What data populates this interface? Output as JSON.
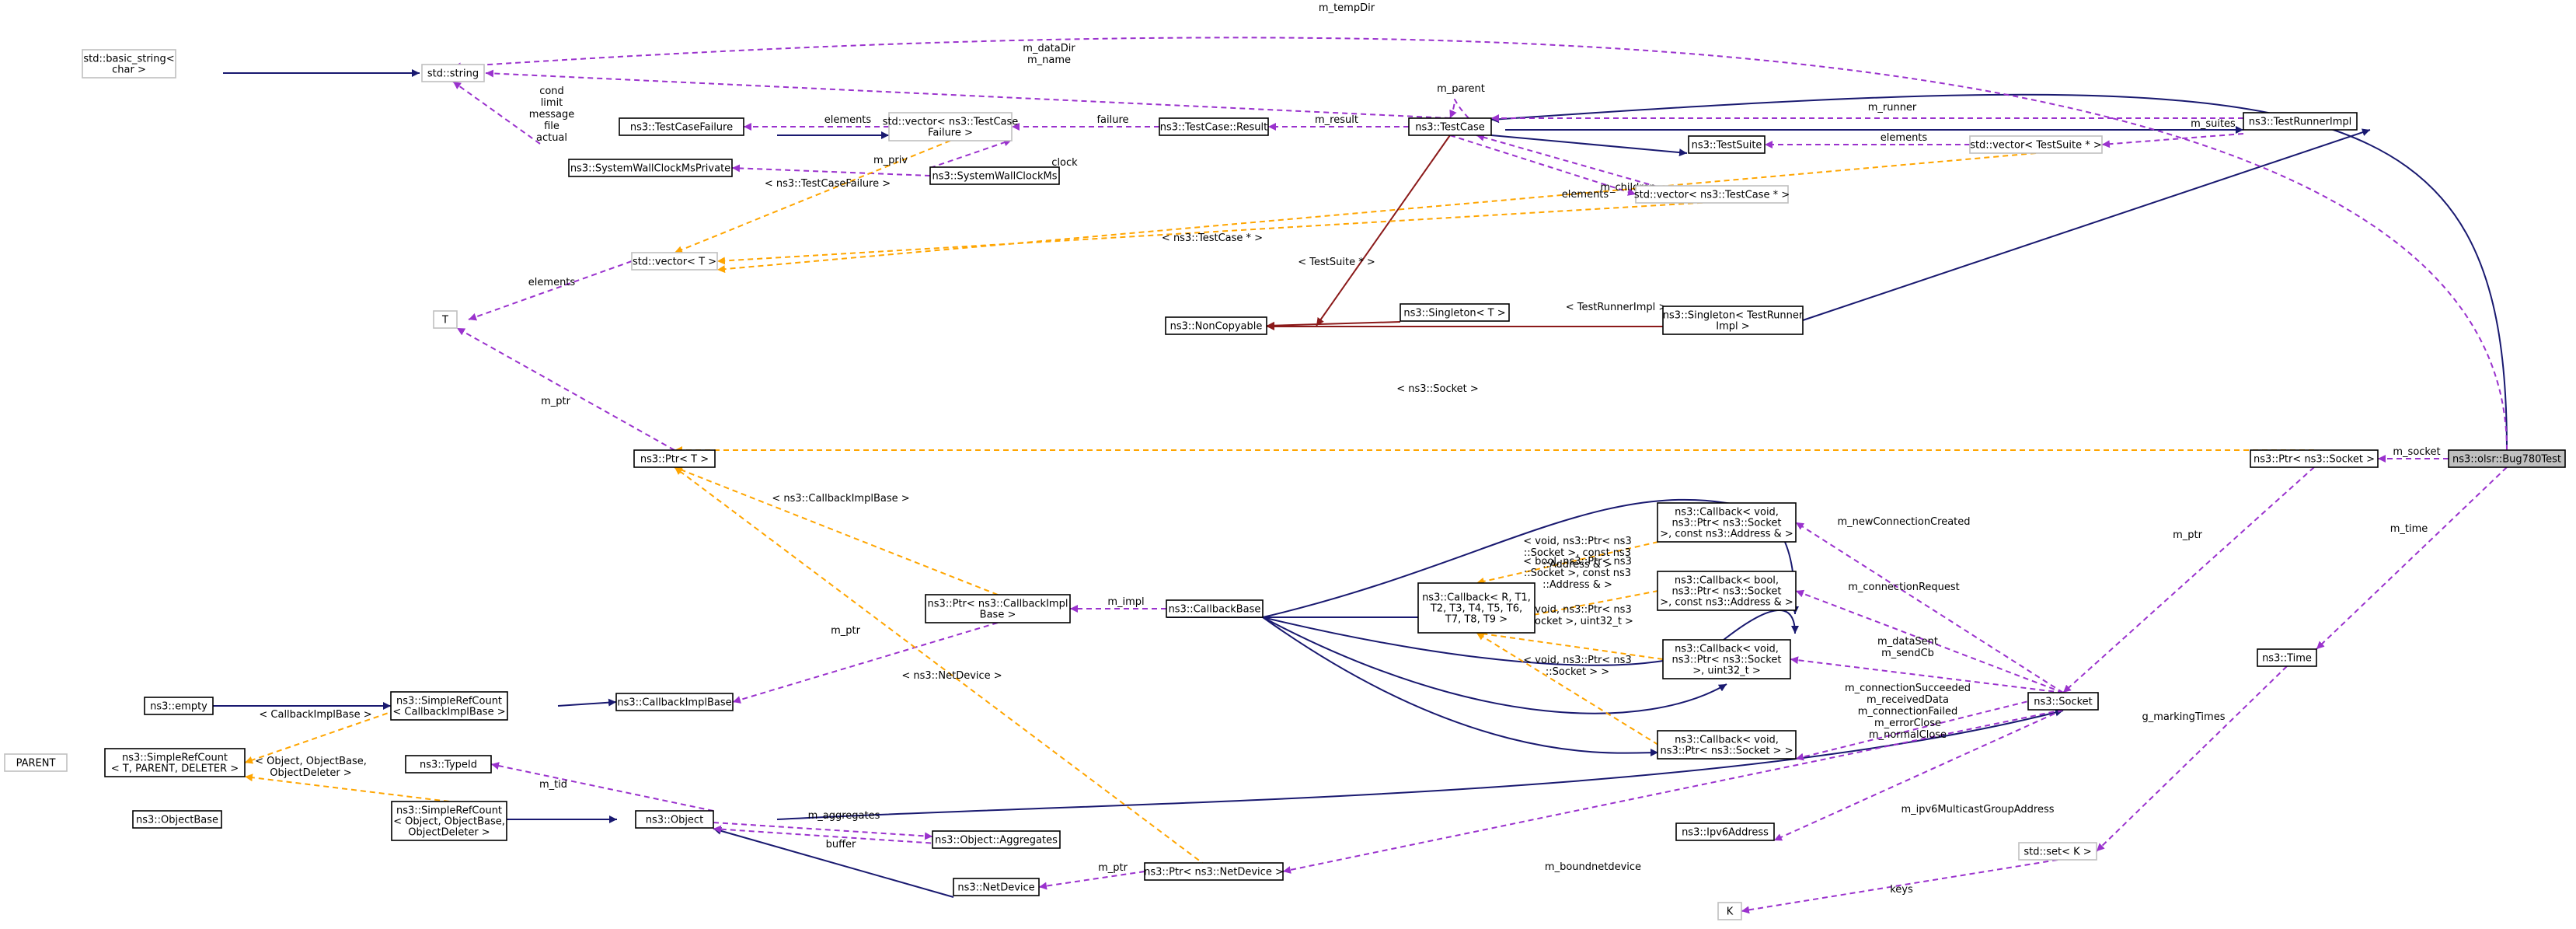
{
  "nodes": {
    "basic_string": [
      "std::basic_string<",
      "char >"
    ],
    "std_string": [
      "std::string"
    ],
    "test_case_failure": [
      "ns3::TestCaseFailure"
    ],
    "vector_tcf": [
      "std::vector< ns3::TestCase",
      "Failure >"
    ],
    "test_case_result": [
      "ns3::TestCase::Result"
    ],
    "test_case": [
      "ns3::TestCase"
    ],
    "test_suite": [
      "ns3::TestSuite"
    ],
    "vector_ts": [
      "std::vector< TestSuite * >"
    ],
    "test_runner_impl": [
      "ns3::TestRunnerImpl"
    ],
    "wall_clock_priv": [
      "ns3::SystemWallClockMsPrivate"
    ],
    "wall_clock": [
      "ns3::SystemWallClockMs"
    ],
    "vector_tc": [
      "std::vector< ns3::TestCase * >"
    ],
    "vector_t": [
      "std::vector< T >"
    ],
    "t_node": [
      "T"
    ],
    "non_copyable": [
      "ns3::NonCopyable"
    ],
    "singleton_t": [
      "ns3::Singleton< T >"
    ],
    "singleton_tri": [
      "ns3::Singleton< TestRunner",
      "Impl >"
    ],
    "ptr_t": [
      "ns3::Ptr< T >"
    ],
    "ptr_socket": [
      "ns3::Ptr< ns3::Socket >"
    ],
    "bug780": [
      "ns3::olsr::Bug780Test"
    ],
    "cb_void_addr": [
      "ns3::Callback< void,",
      "ns3::Ptr< ns3::Socket",
      ">, const ns3::Address & >"
    ],
    "cb_generic": [
      "ns3::Callback< R, T1,",
      "T2, T3, T4, T5, T6,",
      "T7, T8, T9 >"
    ],
    "cb_bool": [
      "ns3::Callback< bool,",
      "ns3::Ptr< ns3::Socket",
      ">, const ns3::Address & >"
    ],
    "cb_uint": [
      "ns3::Callback< void,",
      "ns3::Ptr< ns3::Socket",
      ">, uint32_t >"
    ],
    "cb_void_sock": [
      "ns3::Callback< void,",
      "ns3::Ptr< ns3::Socket > >"
    ],
    "callback_base": [
      "ns3::CallbackBase"
    ],
    "ptr_cbimpl": [
      "ns3::Ptr< ns3::CallbackImpl",
      "Base >"
    ],
    "cbimpl_base": [
      "ns3::CallbackImplBase"
    ],
    "time": [
      "ns3::Time"
    ],
    "socket": [
      "ns3::Socket"
    ],
    "empty": [
      "ns3::empty"
    ],
    "src_cbimpl": [
      "ns3::SimpleRefCount",
      "< CallbackImplBase >"
    ],
    "parent": [
      "PARENT"
    ],
    "src_generic": [
      "ns3::SimpleRefCount",
      "< T, PARENT, DELETER >"
    ],
    "type_id": [
      "ns3::TypeId"
    ],
    "object_base": [
      "ns3::ObjectBase"
    ],
    "src_object": [
      "ns3::SimpleRefCount",
      "< Object, ObjectBase,",
      "ObjectDeleter >"
    ],
    "object": [
      "ns3::Object"
    ],
    "aggregates": [
      "ns3::Object::Aggregates"
    ],
    "net_device": [
      "ns3::NetDevice"
    ],
    "ptr_netdev": [
      "ns3::Ptr< ns3::NetDevice >"
    ],
    "ipv6_addr": [
      "ns3::Ipv6Address"
    ],
    "set_k": [
      "std::set< K >"
    ],
    "k_node": [
      "K"
    ]
  },
  "edge_labels": {
    "m_tempDir": [
      "m_tempDir"
    ],
    "m_dataDir": [
      "m_dataDir",
      "m_name"
    ],
    "m_parent": [
      "m_parent"
    ],
    "tcf_fields": [
      "cond",
      "limit",
      "message",
      "file",
      "actual"
    ],
    "elements_tcf": [
      "elements"
    ],
    "failure": [
      "failure"
    ],
    "m_result": [
      "m_result"
    ],
    "m_runner": [
      "m_runner"
    ],
    "m_suites": [
      "m_suites"
    ],
    "elements_ts": [
      "elements"
    ],
    "m_priv": [
      "m_priv"
    ],
    "clock": [
      "clock"
    ],
    "tpl_tcf": [
      "< ns3::TestCaseFailure >"
    ],
    "elements_tc": [
      "elements"
    ],
    "m_children": [
      "m_children"
    ],
    "tpl_tc": [
      "< ns3::TestCase * >"
    ],
    "tpl_ts": [
      "< TestSuite * >"
    ],
    "elements_t": [
      "elements"
    ],
    "tpl_tri": [
      "< TestRunnerImpl >"
    ],
    "m_ptr_t": [
      "m_ptr"
    ],
    "tpl_socket": [
      "< ns3::Socket >"
    ],
    "m_socket": [
      "m_socket"
    ],
    "m_time": [
      "m_time"
    ],
    "m_ptr_sock": [
      "m_ptr"
    ],
    "m_newConnectionCreated": [
      "m_newConnectionCreated"
    ],
    "tpl_void_addr": [
      "< void, ns3::Ptr< ns3",
      "::Socket >, const ns3",
      "::Address & >"
    ],
    "tpl_bool": [
      "< bool, ns3::Ptr< ns3",
      "::Socket >, const ns3",
      "::Address & >"
    ],
    "tpl_uint": [
      "< void, ns3::Ptr< ns3",
      "::Socket >, uint32_t >"
    ],
    "tpl_void_sock": [
      "< void, ns3::Ptr< ns3",
      "::Socket > >"
    ],
    "m_connectionRequest": [
      "m_connectionRequest"
    ],
    "m_dataSent": [
      "m_dataSent",
      "m_sendCb"
    ],
    "m_conn_group": [
      "m_connectionSucceeded",
      "m_receivedData",
      "m_connectionFailed",
      "m_errorClose",
      "m_normalClose"
    ],
    "tpl_cbimpl": [
      "< ns3::CallbackImplBase >"
    ],
    "m_impl": [
      "m_impl"
    ],
    "m_ptr_cbimpl": [
      "m_ptr"
    ],
    "tpl_netdev": [
      "< ns3::NetDevice >"
    ],
    "g_markingTimes": [
      "g_markingTimes"
    ],
    "tpl_src_cbimpl": [
      "< CallbackImplBase >"
    ],
    "tpl_src_obj": [
      "< Object, ObjectBase,",
      "ObjectDeleter >"
    ],
    "m_tid": [
      "m_tid"
    ],
    "m_aggregates": [
      "m_aggregates"
    ],
    "buffer": [
      "buffer"
    ],
    "m_ptr_netdev": [
      "m_ptr"
    ],
    "m_boundnetdevice": [
      "m_boundnetdevice"
    ],
    "m_ipv6": [
      "m_ipv6MulticastGroupAddress"
    ],
    "keys": [
      "keys"
    ]
  },
  "colors": {
    "inheritance": "#191970",
    "usage": "#9a32cd",
    "template": "#ffa500",
    "private_inheritance": "#8b1a1a",
    "ghost_border": "#bfbfbf",
    "focus_fill": "#bfbfbf"
  }
}
